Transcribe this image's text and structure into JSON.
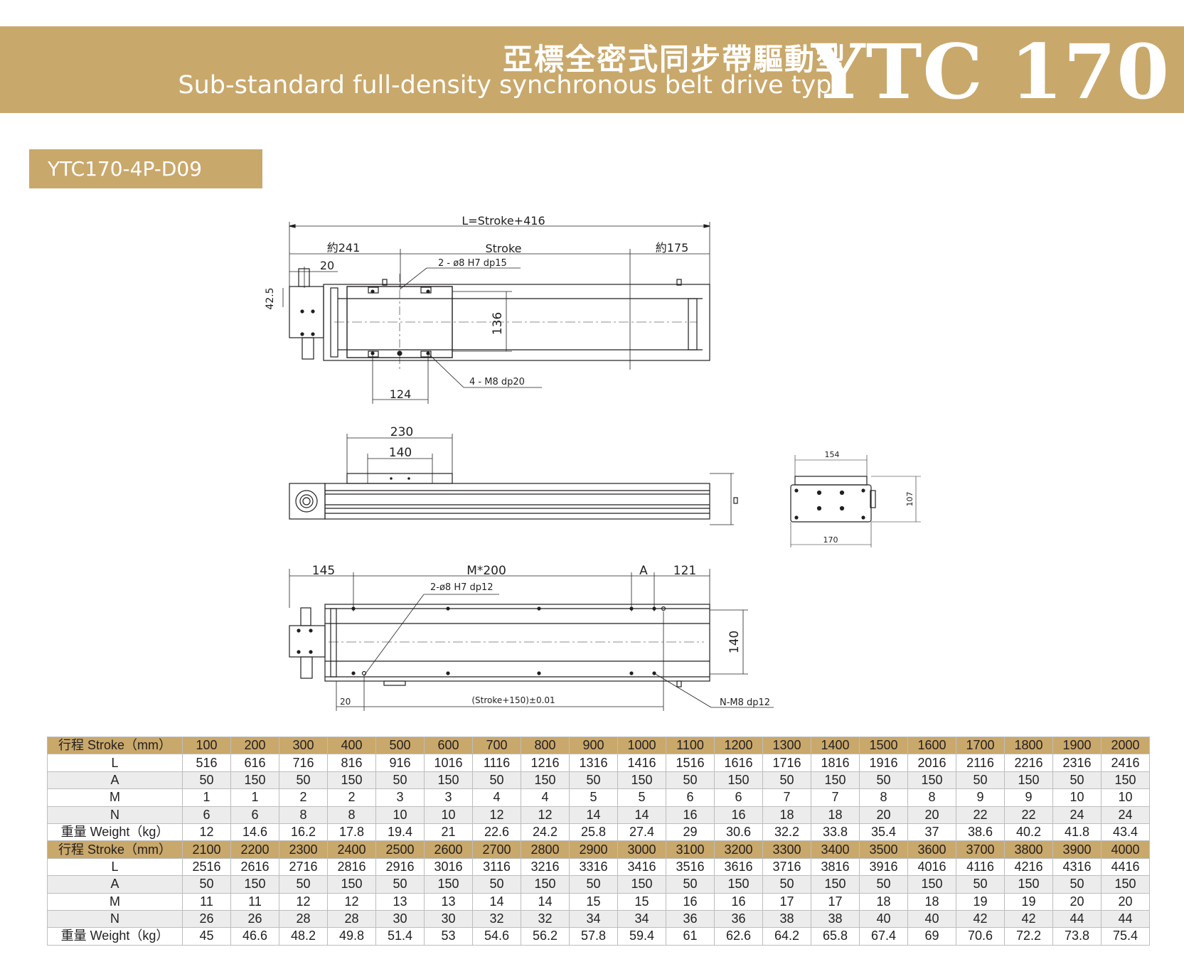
{
  "header": {
    "title_cn": "亞標全密式同步帶驅動型",
    "title_en": "Sub-standard full-density synchronous belt drive type",
    "model_series": "YTC 170",
    "accent_color": "#c9a86b"
  },
  "model_tag": "YTC170-4P-D09",
  "drawing": {
    "top_view": {
      "overall": "L=Stroke+416",
      "left_len": "約241",
      "stroke": "Stroke",
      "right_len": "約175",
      "d20": "20",
      "d42": "42.5",
      "pin_note": "2 - ø8 H7 dp15",
      "d136": "136",
      "hole_note": "4 - M8 dp20",
      "d124": "124"
    },
    "side_view": {
      "d230": "230",
      "d140": "140"
    },
    "end_view": {
      "d154": "154",
      "d107": "107",
      "d170": "170"
    },
    "bottom_view": {
      "d145": "145",
      "m200": "M*200",
      "a": "A",
      "d121": "121",
      "pin_note": "2-ø8 H7 dp12",
      "d140": "140",
      "d20": "20",
      "stroke_tol": "(Stroke+150)±0.01",
      "n_note": "N-M8 dp12"
    }
  },
  "spec_table": {
    "blocks": [
      {
        "header": [
          "行程 Stroke（mm）",
          "100",
          "200",
          "300",
          "400",
          "500",
          "600",
          "700",
          "800",
          "900",
          "1000",
          "1100",
          "1200",
          "1300",
          "1400",
          "1500",
          "1600",
          "1700",
          "1800",
          "1900",
          "2000"
        ],
        "rows": [
          [
            "L",
            "516",
            "616",
            "716",
            "816",
            "916",
            "1016",
            "1116",
            "1216",
            "1316",
            "1416",
            "1516",
            "1616",
            "1716",
            "1816",
            "1916",
            "2016",
            "2116",
            "2216",
            "2316",
            "2416"
          ],
          [
            "A",
            "50",
            "150",
            "50",
            "150",
            "50",
            "150",
            "50",
            "150",
            "50",
            "150",
            "50",
            "150",
            "50",
            "150",
            "50",
            "150",
            "50",
            "150",
            "50",
            "150"
          ],
          [
            "M",
            "1",
            "1",
            "2",
            "2",
            "3",
            "3",
            "4",
            "4",
            "5",
            "5",
            "6",
            "6",
            "7",
            "7",
            "8",
            "8",
            "9",
            "9",
            "10",
            "10"
          ],
          [
            "N",
            "6",
            "6",
            "8",
            "8",
            "10",
            "10",
            "12",
            "12",
            "14",
            "14",
            "16",
            "16",
            "18",
            "18",
            "20",
            "20",
            "22",
            "22",
            "24",
            "24"
          ],
          [
            "重量 Weight（kg）",
            "12",
            "14.6",
            "16.2",
            "17.8",
            "19.4",
            "21",
            "22.6",
            "24.2",
            "25.8",
            "27.4",
            "29",
            "30.6",
            "32.2",
            "33.8",
            "35.4",
            "37",
            "38.6",
            "40.2",
            "41.8",
            "43.4"
          ]
        ]
      },
      {
        "header": [
          "行程 Stroke（mm）",
          "2100",
          "2200",
          "2300",
          "2400",
          "2500",
          "2600",
          "2700",
          "2800",
          "2900",
          "3000",
          "3100",
          "3200",
          "3300",
          "3400",
          "3500",
          "3600",
          "3700",
          "3800",
          "3900",
          "4000"
        ],
        "rows": [
          [
            "L",
            "2516",
            "2616",
            "2716",
            "2816",
            "2916",
            "3016",
            "3116",
            "3216",
            "3316",
            "3416",
            "3516",
            "3616",
            "3716",
            "3816",
            "3916",
            "4016",
            "4116",
            "4216",
            "4316",
            "4416"
          ],
          [
            "A",
            "50",
            "150",
            "50",
            "150",
            "50",
            "150",
            "50",
            "150",
            "50",
            "150",
            "50",
            "150",
            "50",
            "150",
            "50",
            "150",
            "50",
            "150",
            "50",
            "150"
          ],
          [
            "M",
            "11",
            "11",
            "12",
            "12",
            "13",
            "13",
            "14",
            "14",
            "15",
            "15",
            "16",
            "16",
            "17",
            "17",
            "18",
            "18",
            "19",
            "19",
            "20",
            "20"
          ],
          [
            "N",
            "26",
            "26",
            "28",
            "28",
            "30",
            "30",
            "32",
            "32",
            "34",
            "34",
            "36",
            "36",
            "38",
            "38",
            "40",
            "40",
            "42",
            "42",
            "44",
            "44"
          ],
          [
            "重量 Weight（kg）",
            "45",
            "46.6",
            "48.2",
            "49.8",
            "51.4",
            "53",
            "54.6",
            "56.2",
            "57.8",
            "59.4",
            "61",
            "62.6",
            "64.2",
            "65.8",
            "67.4",
            "69",
            "70.6",
            "72.2",
            "73.8",
            "75.4"
          ]
        ]
      }
    ]
  }
}
